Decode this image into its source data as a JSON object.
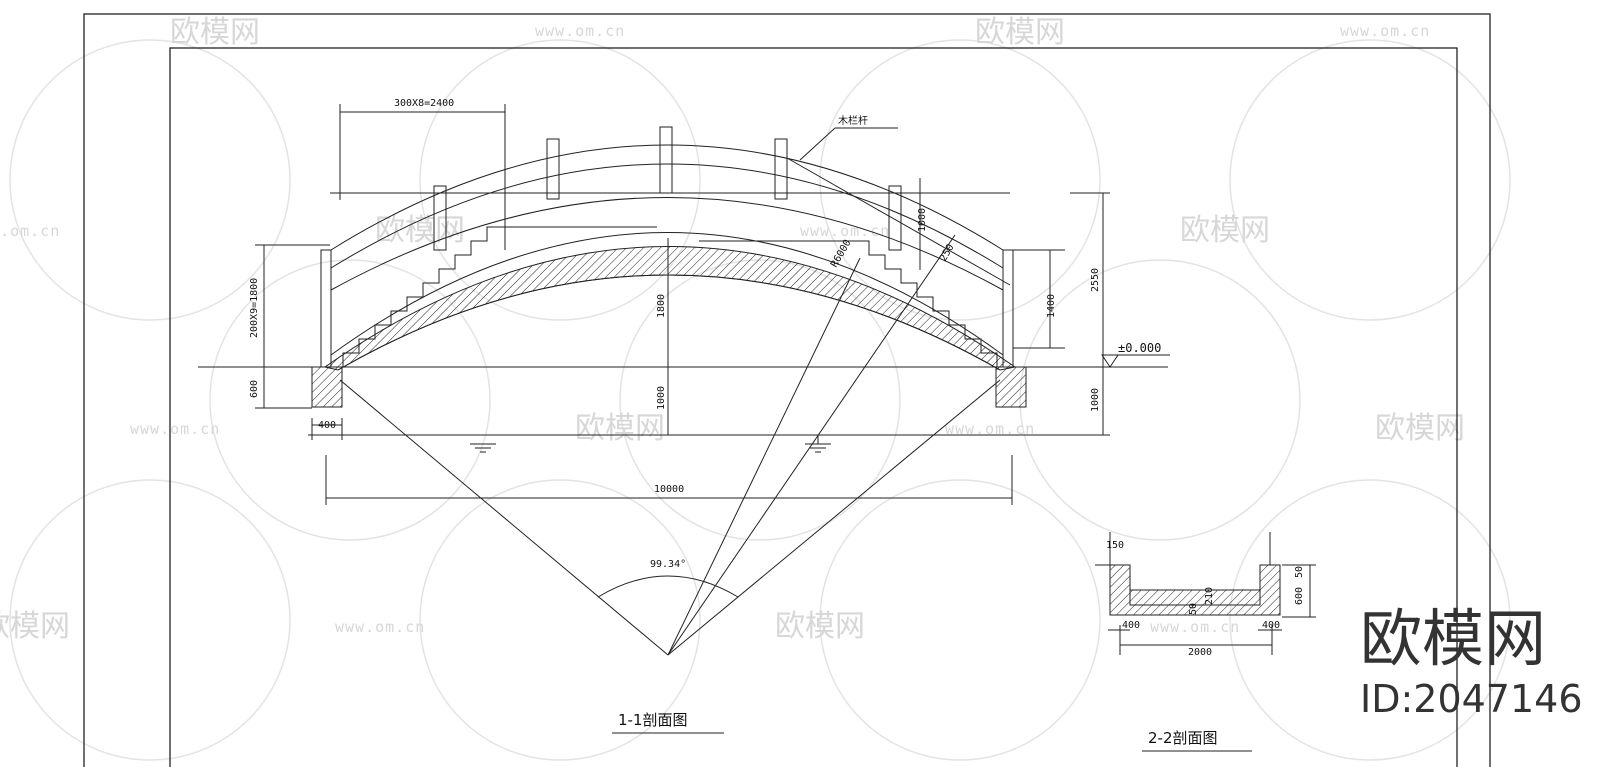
{
  "dimensions": {
    "top_span": "300X8=2400",
    "left_vertical": "200X9=1800",
    "left_base": "600",
    "foot_width": "400",
    "span_total": "10000",
    "arch_height": "1800",
    "below_zero": "1000",
    "rail_height_1": "1000",
    "rail_height_2": "1400",
    "total_height": "2550",
    "right_below": "1000",
    "elevation": "±0.000",
    "radius": "R6000",
    "small_1": "250",
    "angle": "99.34°"
  },
  "labels": {
    "rail_note": "木栏杆",
    "section_1": "1-1剖面图",
    "section_2": "2-2剖面图"
  },
  "section2": {
    "d150": "150",
    "d50a": "50",
    "d600": "600",
    "d210": "210",
    "d50b": "50",
    "d400a": "400",
    "d400b": "400",
    "d2000": "2000"
  },
  "watermark": {
    "brand": "欧模网",
    "url": "www.om.cn",
    "big_brand": "欧模网",
    "id": "ID:2047146"
  }
}
